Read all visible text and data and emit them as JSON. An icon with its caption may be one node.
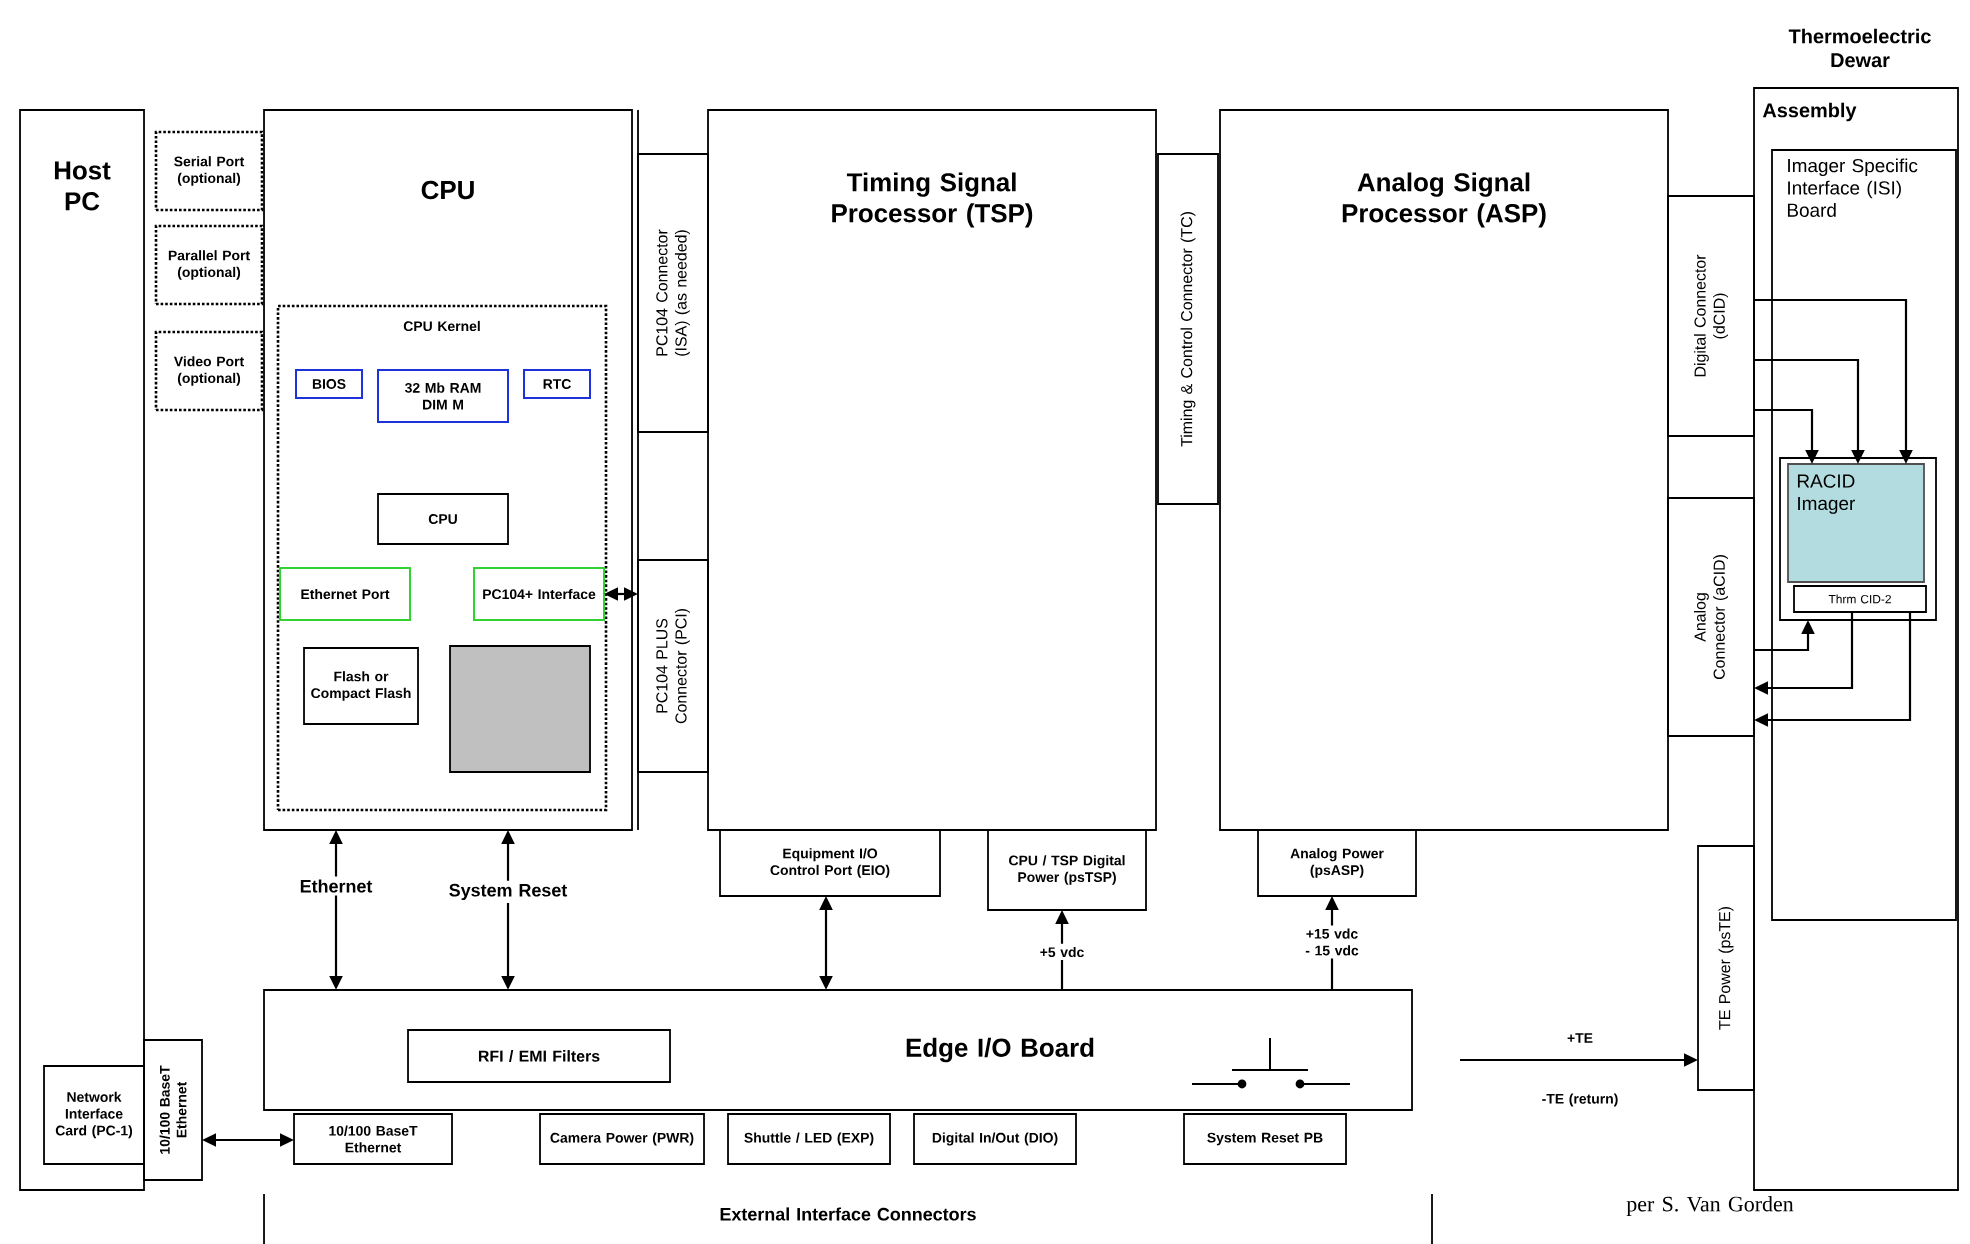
{
  "diagram": {
    "nodes": [
      {
        "text": [
          "Host PC"
        ]
      },
      {
        "text": [
          "Serial Port (optional)"
        ]
      },
      {
        "text": [
          "Parallel Port (optional)"
        ]
      },
      {
        "text": [
          "Video Port (optional)"
        ]
      },
      {
        "text": [
          "CPU"
        ]
      },
      {
        "text": [
          "CPU Kernel"
        ],
        "in": 4
      },
      {
        "text": [
          "BIOS"
        ],
        "in": 5
      },
      {
        "text": [
          "32 Mb RAM DIM M"
        ],
        "in": 5
      },
      {
        "text": [
          "RTC"
        ],
        "in": 5
      },
      {
        "text": [
          "CPU"
        ],
        "in": 5
      },
      {
        "text": [
          "Ethernet Port"
        ],
        "in": 5
      },
      {
        "text": [
          "PC104+ Interface"
        ],
        "in": 5
      },
      {
        "text": [
          "Flash or Compact Flash"
        ],
        "in": 5
      },
      {
        "text": [],
        "shape": "box",
        "in": 5
      },
      {
        "text": [
          "PC104 Connector (ISA) (as needed)"
        ]
      },
      {
        "text": [
          "PC104 PLUS Connector (PCI)"
        ]
      },
      {
        "text": [
          "Timing Signal Processor (TSP)"
        ]
      },
      {
        "text": [
          "Equipment I/O Control Port (EIO)"
        ]
      },
      {
        "text": [
          "CPU / TSP Digital Power (psTSP)"
        ]
      },
      {
        "text": [
          "Timing & Control Connector (TC)"
        ]
      },
      {
        "text": [
          "Analog Signal Processor (ASP)"
        ]
      },
      {
        "text": [
          "Analog Power (psASP)"
        ]
      },
      {
        "text": [
          "Digital Connector (dCID)"
        ]
      },
      {
        "text": [
          "Analog Connector (aCID)"
        ]
      },
      {
        "text": [
          "Thermoelectric Dewar",
          "Assembly"
        ]
      },
      {
        "text": [
          "Imager Specific Interface (ISI) Board"
        ],
        "in": 24
      },
      {
        "text": [],
        "shape": "box",
        "in": 25
      },
      {
        "text": [
          "RACID Imager"
        ],
        "in": 26
      },
      {
        "text": [
          "Thrm CID-2"
        ],
        "in": 26
      },
      {
        "text": [
          "TE Power (psTE)"
        ]
      },
      {
        "text": [
          "Edge I/O Board"
        ]
      },
      {
        "text": [
          "RFI / EMI Filters"
        ],
        "in": 30
      },
      {
        "text": [
          "10/100 BaseT Ethernet"
        ]
      },
      {
        "text": [
          "Camera Power (PWR)"
        ]
      },
      {
        "text": [
          "Shuttle / LED (EXP)"
        ]
      },
      {
        "text": [
          "Digital In/Out (DIO)"
        ]
      },
      {
        "text": [
          "System Reset PB"
        ]
      },
      {
        "text": [
          "Network Interface Card (PC-1)"
        ],
        "in": 0
      },
      {
        "text": [
          "10/100 BaseT Ethernet"
        ]
      }
    ],
    "edges": [
      {
        "from": 11,
        "to": 15,
        "arrow": "both"
      },
      {
        "from": 4,
        "to": 30,
        "arrow": "both",
        "label": "Ethernet"
      },
      {
        "from": 4,
        "to": 30,
        "arrow": "both",
        "label": "System Reset"
      },
      {
        "from": 17,
        "to": 30,
        "arrow": "both"
      },
      {
        "from": 30,
        "to": 18,
        "arrow": "to",
        "label": "+5 vdc"
      },
      {
        "from": 30,
        "to": 21,
        "arrow": "to",
        "label": "+15 vdc - 15 vdc"
      },
      {
        "from": 38,
        "to": 32,
        "arrow": "both"
      },
      {
        "from": 30,
        "to": 29,
        "arrow": "to",
        "label": "+TE"
      },
      {
        "from": 22,
        "to": 27,
        "arrow": "to"
      },
      {
        "from": 22,
        "to": 27,
        "arrow": "to"
      },
      {
        "from": 22,
        "to": 27,
        "arrow": "to"
      },
      {
        "from": 23,
        "to": 28,
        "arrow": "to"
      },
      {
        "from": 28,
        "to": 23,
        "arrow": "to"
      },
      {
        "from": 28,
        "to": 23,
        "arrow": "to"
      }
    ],
    "labels": [
      "-TE (return)",
      "External Interface Connectors",
      "per S. Van Gorden"
    ]
  }
}
